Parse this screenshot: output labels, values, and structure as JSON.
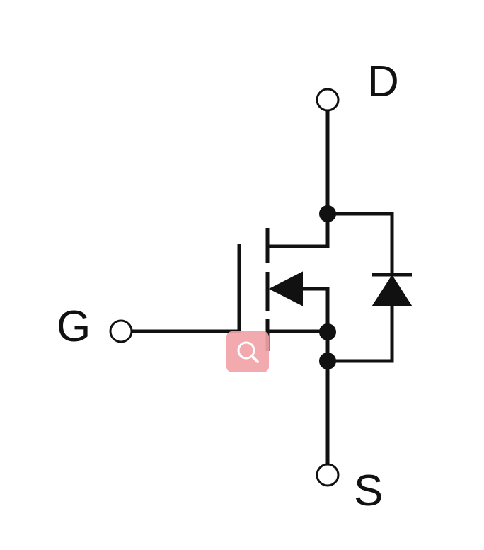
{
  "diagram": {
    "pins": {
      "drain": "D",
      "gate": "G",
      "source": "S"
    }
  },
  "overlay": {
    "zoom_button_icon": "magnifier-icon"
  }
}
